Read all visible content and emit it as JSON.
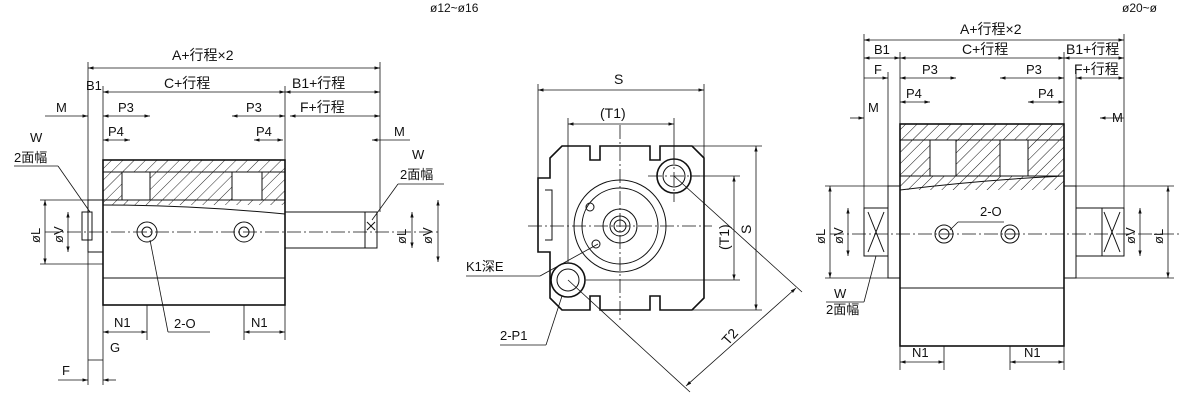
{
  "header": {
    "left_series": "ø12~ø16",
    "right_series": "ø20~ø"
  },
  "dims": {
    "a2": "A+行程×2",
    "b1": "B1",
    "c": "C+行程",
    "b1s": "B1+行程",
    "f": "F",
    "fs": "F+行程",
    "p3": "P3",
    "p4": "P4",
    "m": "M",
    "w": "W",
    "face": "2面幅",
    "dl": "øL",
    "dv": "øV",
    "n1": "N1",
    "o2": "2-O",
    "g": "G",
    "s": "S",
    "t1": "(T1)",
    "t2": "T2",
    "k1": "K1深E",
    "p1": "2-P1"
  }
}
